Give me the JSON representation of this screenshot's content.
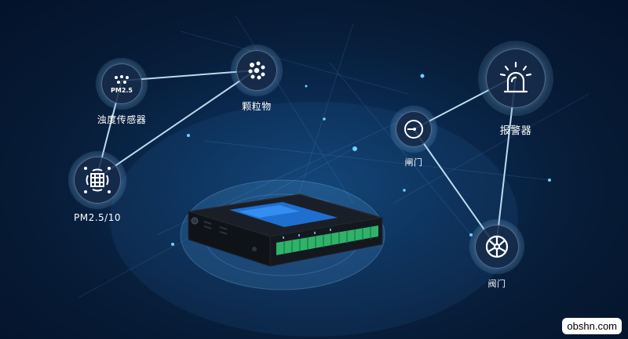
{
  "nodes": {
    "pm25_sensor": {
      "label": "浊度传感器",
      "icon_text": "PM2.5",
      "icon": "dust-cloud-icon"
    },
    "particulate": {
      "label": "颗粒物",
      "icon": "particles-icon"
    },
    "pm2510": {
      "label": "PM2.5/10",
      "icon": "pm-sensor-icon"
    },
    "gate": {
      "label": "闸门",
      "icon": "gauge-icon"
    },
    "alarm": {
      "label": "报警器",
      "icon": "alarm-beacon-icon"
    },
    "valve": {
      "label": "阀门",
      "icon": "valve-wheel-icon"
    }
  },
  "device": {
    "icon": "iot-gateway-device"
  },
  "watermark": {
    "text": "obshn.com"
  },
  "colors": {
    "background": "#061a33",
    "line": "#bfe6ff",
    "glow": "#4fc3ff",
    "terminal": "#2fb36a"
  }
}
